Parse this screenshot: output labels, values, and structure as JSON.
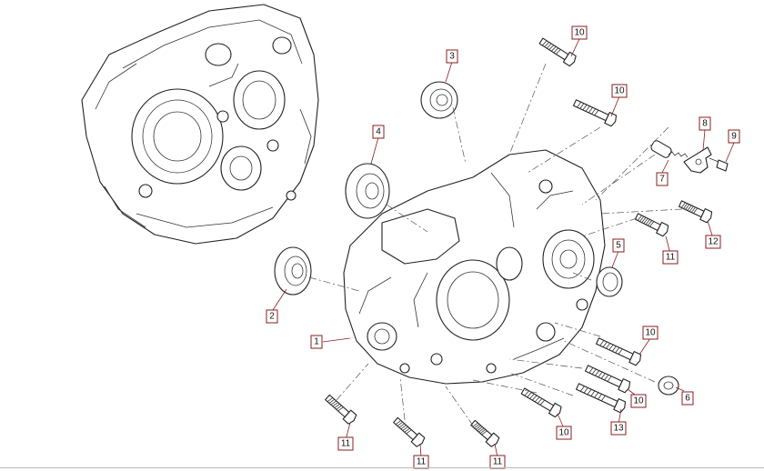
{
  "callouts": [
    {
      "id": "c1",
      "label": "1"
    },
    {
      "id": "c2",
      "label": "2"
    },
    {
      "id": "c3",
      "label": "3"
    },
    {
      "id": "c4",
      "label": "4"
    },
    {
      "id": "c5",
      "label": "5"
    },
    {
      "id": "c6",
      "label": "6"
    },
    {
      "id": "c7",
      "label": "7"
    },
    {
      "id": "c8",
      "label": "8"
    },
    {
      "id": "c9",
      "label": "9"
    },
    {
      "id": "c10a",
      "label": "10"
    },
    {
      "id": "c10b",
      "label": "10"
    },
    {
      "id": "c10c",
      "label": "10"
    },
    {
      "id": "c10d",
      "label": "10"
    },
    {
      "id": "c10e",
      "label": "10"
    },
    {
      "id": "c11a",
      "label": "11"
    },
    {
      "id": "c11b",
      "label": "11"
    },
    {
      "id": "c11c",
      "label": "11"
    },
    {
      "id": "c11d",
      "label": "11"
    },
    {
      "id": "c12",
      "label": "12"
    },
    {
      "id": "c13",
      "label": "13"
    }
  ]
}
